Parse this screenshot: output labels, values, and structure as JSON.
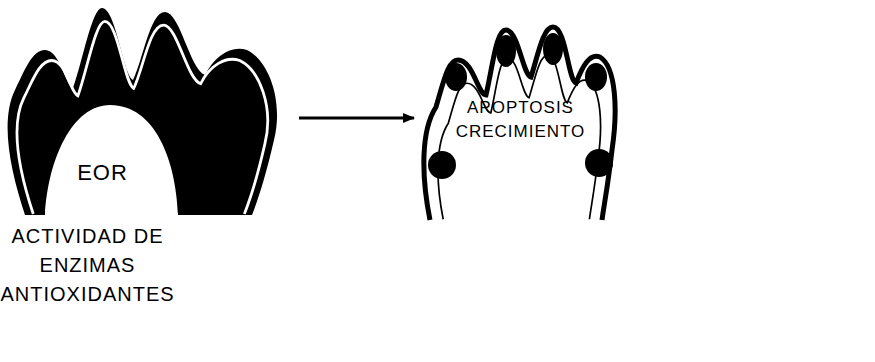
{
  "diagram": {
    "nodes": [
      {
        "text": [
          "EOR",
          "ACTIVIDAD DE ENZIMAS ANTIOXIDANTES"
        ]
      },
      {
        "text": [
          "APOPTOSIS",
          "CRECIMIENTO"
        ]
      }
    ],
    "edges": [
      {
        "from": 0,
        "to": 1,
        "arrow": "to"
      }
    ]
  }
}
